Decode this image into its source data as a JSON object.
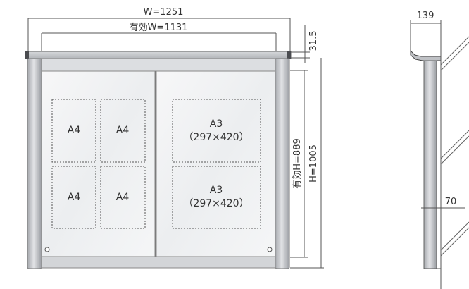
{
  "dimensions": {
    "total_width": "W=1251",
    "effective_width": "有効W=1131",
    "top_depth": "31.5",
    "effective_height": "有効H=889",
    "total_height": "H=1005",
    "side_depth": "139",
    "mount_depth": "70"
  },
  "slots": {
    "a4_1": "A4",
    "a4_2": "A4",
    "a4_3": "A4",
    "a4_4": "A4",
    "a3_1_name": "A3",
    "a3_1_size": "（297×420）",
    "a3_2_name": "A3",
    "a3_2_size": "（297×420）"
  },
  "colors": {
    "frame": "#c8cace",
    "frame_dark": "#8d9096",
    "glass": "#f1f2f4",
    "line": "#555555"
  }
}
